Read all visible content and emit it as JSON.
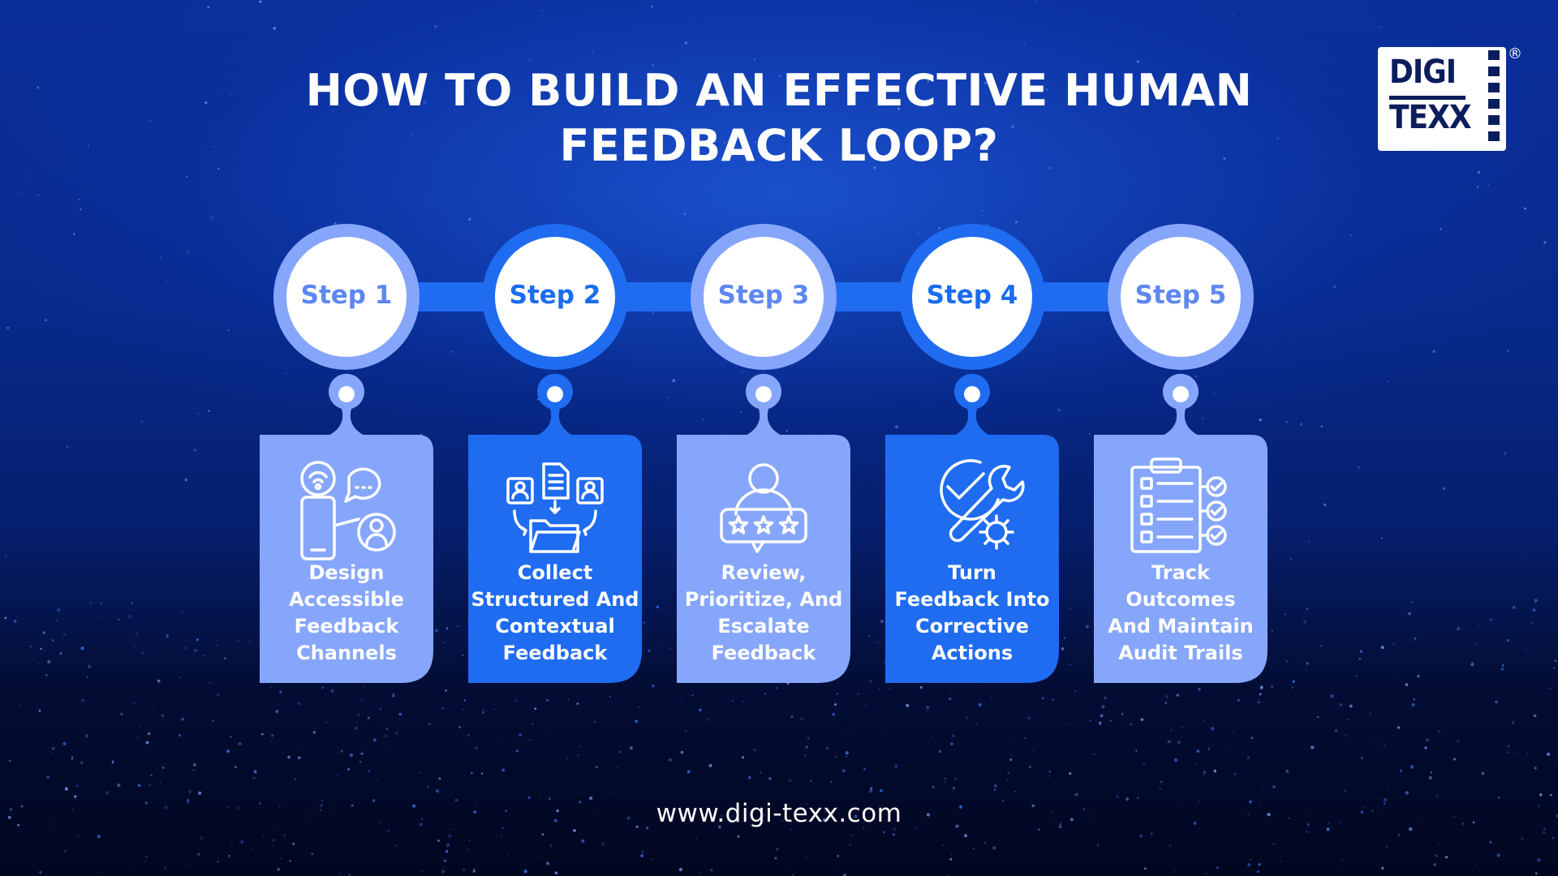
{
  "title_line1": "HOW TO BUILD AN EFFECTIVE HUMAN",
  "title_line2": "FEEDBACK LOOP?",
  "logo": {
    "line1": "DIGI",
    "line2": "TEXX",
    "mark": "®"
  },
  "website": "www.digi-texx.com",
  "colors": {
    "accent_light": "#86a6fb",
    "accent_dark": "#1f6cf1",
    "label_light": "#5e87f0",
    "label_dark": "#1a6cf0"
  },
  "steps": [
    {
      "label": "Step 1",
      "lines": [
        "Design",
        "Accessible",
        "Feedback",
        "Channels"
      ],
      "icon": "phone-feedback-icon",
      "tone": "light"
    },
    {
      "label": "Step 2",
      "lines": [
        "Collect",
        "Structured And",
        "Contextual",
        "Feedback"
      ],
      "icon": "folder-collect-icon",
      "tone": "dark"
    },
    {
      "label": "Step 3",
      "lines": [
        "Review,",
        "Prioritize, And",
        "Escalate",
        "Feedback"
      ],
      "icon": "user-rating-icon",
      "tone": "light"
    },
    {
      "label": "Step 4",
      "lines": [
        "Turn",
        "Feedback Into",
        "Corrective",
        "Actions"
      ],
      "icon": "wrench-gear-check-icon",
      "tone": "dark"
    },
    {
      "label": "Step 5",
      "lines": [
        "Track",
        "Outcomes",
        "And Maintain",
        "Audit Trails"
      ],
      "icon": "clipboard-checklist-icon",
      "tone": "light"
    }
  ]
}
